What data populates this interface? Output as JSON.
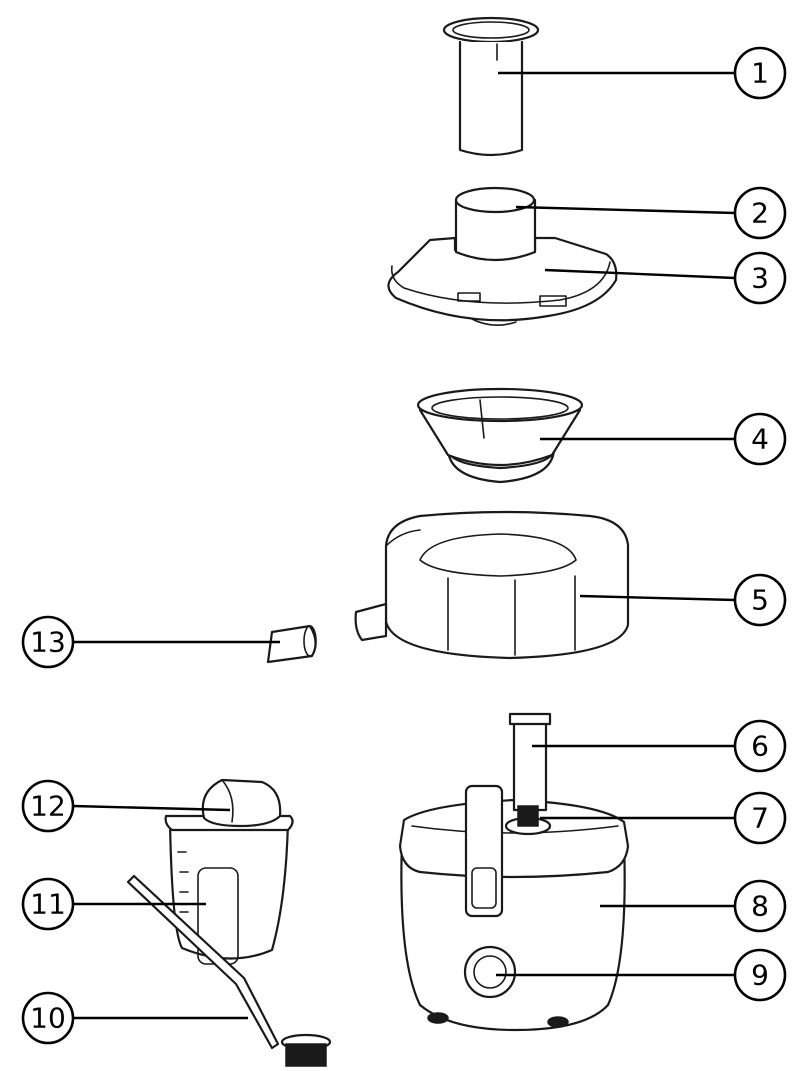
{
  "callouts": [
    {
      "number": "1",
      "part": "pusher"
    },
    {
      "number": "2",
      "part": "feed-tube"
    },
    {
      "number": "3",
      "part": "lid"
    },
    {
      "number": "4",
      "part": "filter-basket"
    },
    {
      "number": "5",
      "part": "pulp-bowl"
    },
    {
      "number": "6",
      "part": "locking-arm"
    },
    {
      "number": "7",
      "part": "drive-shaft"
    },
    {
      "number": "8",
      "part": "motor-base"
    },
    {
      "number": "9",
      "part": "speed-knob"
    },
    {
      "number": "10",
      "part": "cleaning-brush"
    },
    {
      "number": "11",
      "part": "juice-jug"
    },
    {
      "number": "12",
      "part": "jug-lid"
    },
    {
      "number": "13",
      "part": "spout-cap"
    }
  ]
}
